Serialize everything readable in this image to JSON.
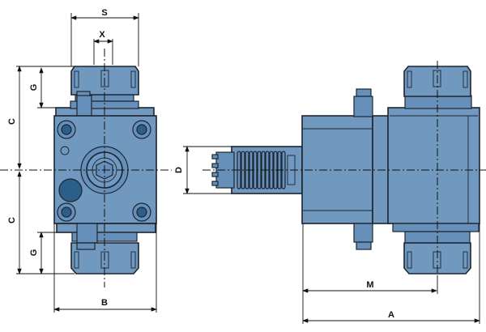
{
  "drawing": {
    "title": "Driven tool holder dimension drawing",
    "colors": {
      "body": "#7199c0",
      "dark": "#2b5f8a",
      "line": "#1c2530"
    },
    "dimensions": {
      "s": "S",
      "x": "X",
      "c_upper": "C",
      "c_lower": "C",
      "g_upper": "G",
      "g_lower": "G",
      "b": "B",
      "d": "D",
      "m": "M",
      "a": "A"
    }
  }
}
